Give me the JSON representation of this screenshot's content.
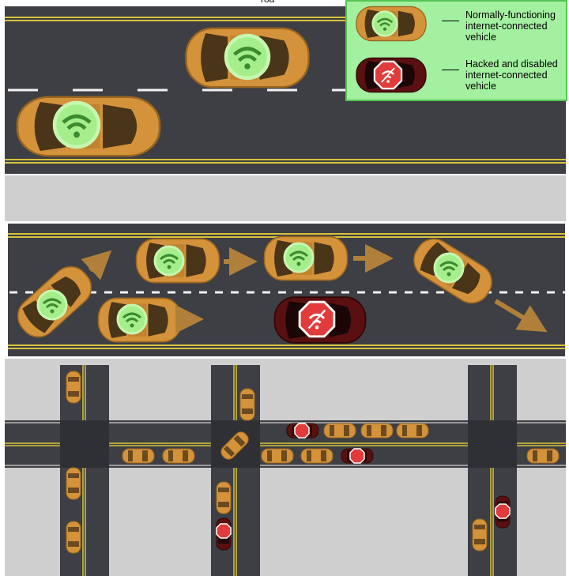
{
  "caption_fragment": "roa",
  "legend": {
    "normal_label": "Normally-functioning internet-connected vehicle",
    "hacked_label": "Hacked and disabled internet-connected vehicle",
    "normal_icon": "wifi-icon",
    "hacked_icon": "stop-sign-wifi-icon"
  },
  "colors": {
    "road": "#3d3f44",
    "lane_yellow": "#d8c23c",
    "lane_white": "#f2f2f2",
    "normal_car": "#d4923a",
    "hacked_car": "#5a1010",
    "wifi_badge": "#a6ee8c",
    "stop_sign": "#e23b3b",
    "legend_bg": "#a3f0a0",
    "separator": "#cfcfcf",
    "arrow": "#b0803a"
  }
}
